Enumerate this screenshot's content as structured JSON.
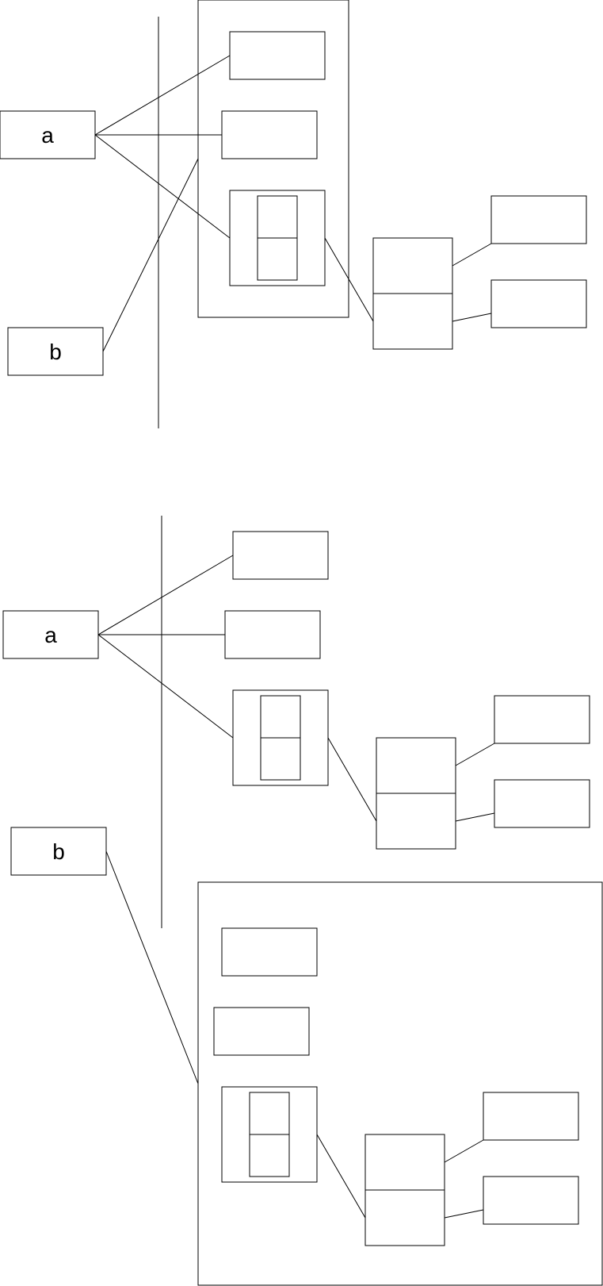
{
  "diagrams": [
    {
      "node_a_label": "a",
      "node_b_label": "b"
    },
    {
      "node_a_label": "a",
      "node_b_label": "b"
    }
  ]
}
